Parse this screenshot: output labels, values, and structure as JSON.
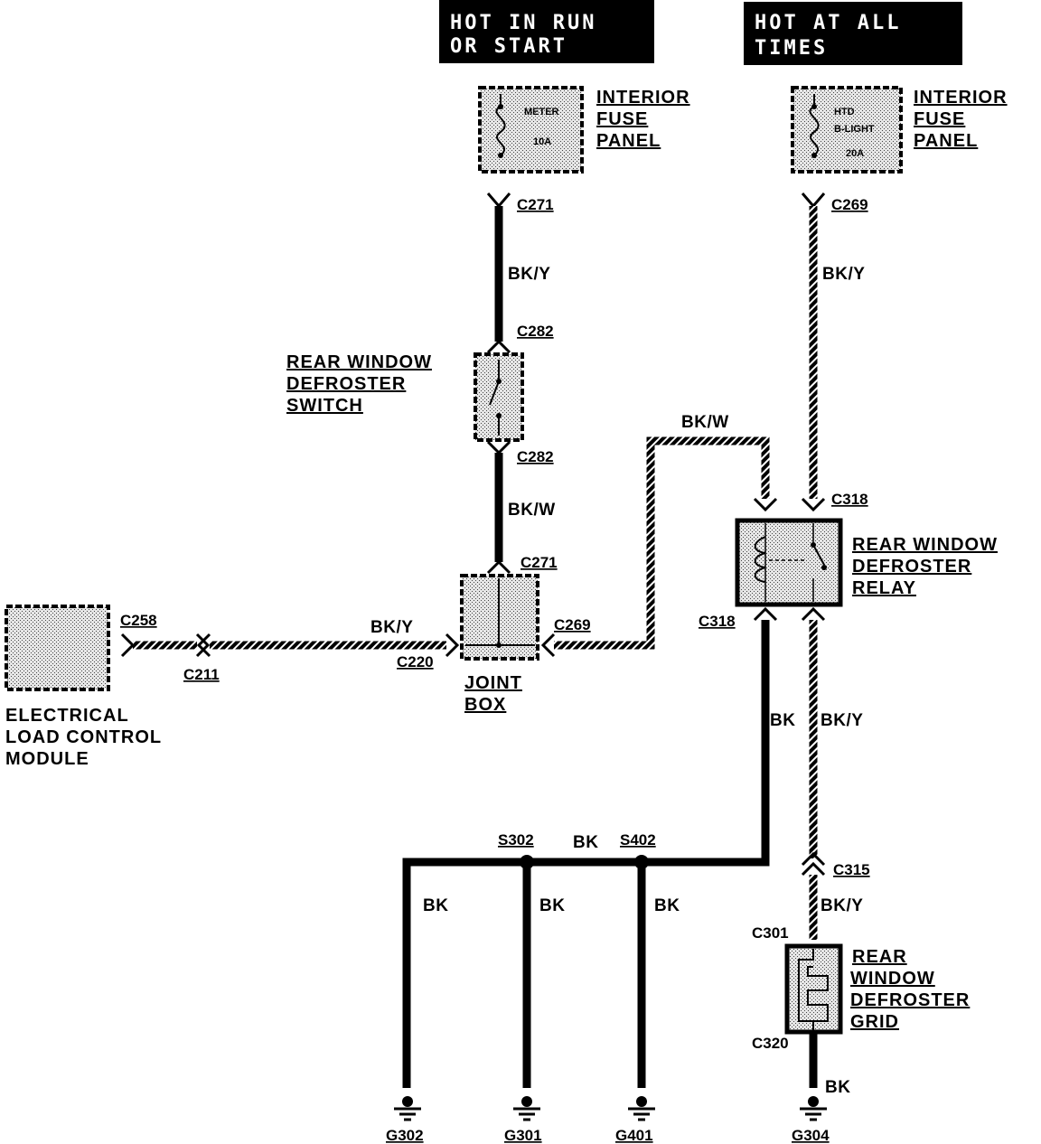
{
  "headers": {
    "run_start_line1": "HOT IN RUN",
    "run_start_line2": "OR START",
    "all_times_line1": "HOT AT ALL",
    "all_times_line2": "TIMES"
  },
  "fuse_left": {
    "label_line1": "INTERIOR",
    "label_line2": "FUSE",
    "label_line3": "PANEL",
    "fuse_name": "METER",
    "fuse_rating": "10A"
  },
  "fuse_right": {
    "label_line1": "INTERIOR",
    "label_line2": "FUSE",
    "label_line3": "PANEL",
    "fuse_name_line1": "HTD",
    "fuse_name_line2": "B-LIGHT",
    "fuse_rating": "20A"
  },
  "switch": {
    "label_line1": "REAR WINDOW",
    "label_line2": "DEFROSTER",
    "label_line3": "SWITCH"
  },
  "relay": {
    "label_line1": "REAR WINDOW",
    "label_line2": "DEFROSTER",
    "label_line3": "RELAY"
  },
  "grid": {
    "label_line1": "REAR",
    "label_line2": "WINDOW",
    "label_line3": "DEFROSTER",
    "label_line4": "GRID"
  },
  "joint_box": {
    "label_line1": "JOINT",
    "label_line2": "BOX"
  },
  "module": {
    "label_line1": "ELECTRICAL",
    "label_line2": "LOAD CONTROL",
    "label_line3": "MODULE"
  },
  "connectors": {
    "c271_top": "C271",
    "c269_top": "C269",
    "c282_top": "C282",
    "c282_bottom": "C282",
    "c271_joint": "C271",
    "c269_joint": "C269",
    "c220": "C220",
    "c258": "C258",
    "c211": "C211",
    "c318_top": "C318",
    "c318_bottom": "C318",
    "c315": "C315",
    "c301": "C301",
    "c320": "C320"
  },
  "splices": {
    "s302": "S302",
    "s402": "S402"
  },
  "grounds": {
    "g302": "G302",
    "g301": "G301",
    "g401": "G401",
    "g304": "G304"
  },
  "wires": {
    "left_top": "BK/Y",
    "switch_to_joint": "BK/W",
    "module_to_joint": "BK/Y",
    "joint_to_relay": "BK/W",
    "right_top": "BK/Y",
    "relay_bk": "BK",
    "relay_bky": "BK/Y",
    "splice_link": "BK",
    "g302_wire": "BK",
    "g301_wire": "BK",
    "g401_wire": "BK",
    "grid_to_c315": "BK/Y",
    "grid_ground": "BK"
  }
}
